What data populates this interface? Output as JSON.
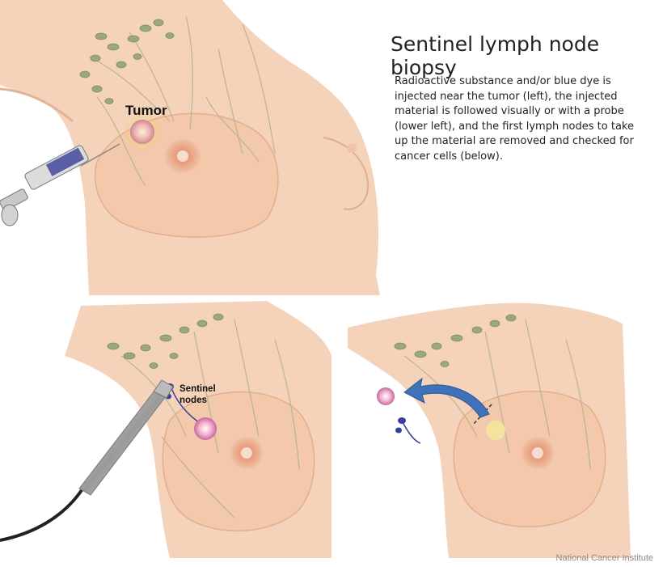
{
  "title": "Sentinel lymph node biopsy",
  "description": "Radioactive substance and/or blue dye is injected near the tumor (left), the injected material is followed visually or with a probe (lower left), and the first lymph nodes to take up the material are removed and checked for cancer cells (below).",
  "labels": {
    "tumor": "Tumor",
    "sentinel_nodes": "Sentinel\nnodes"
  },
  "credit": "National Cancer Institute",
  "colors": {
    "skin": "#f5d3bb",
    "skin_shadow": "#e8b69a",
    "lymph_node": "#9aa87a",
    "dye": "#3a3f9a",
    "arrow": "#3f72b8"
  }
}
